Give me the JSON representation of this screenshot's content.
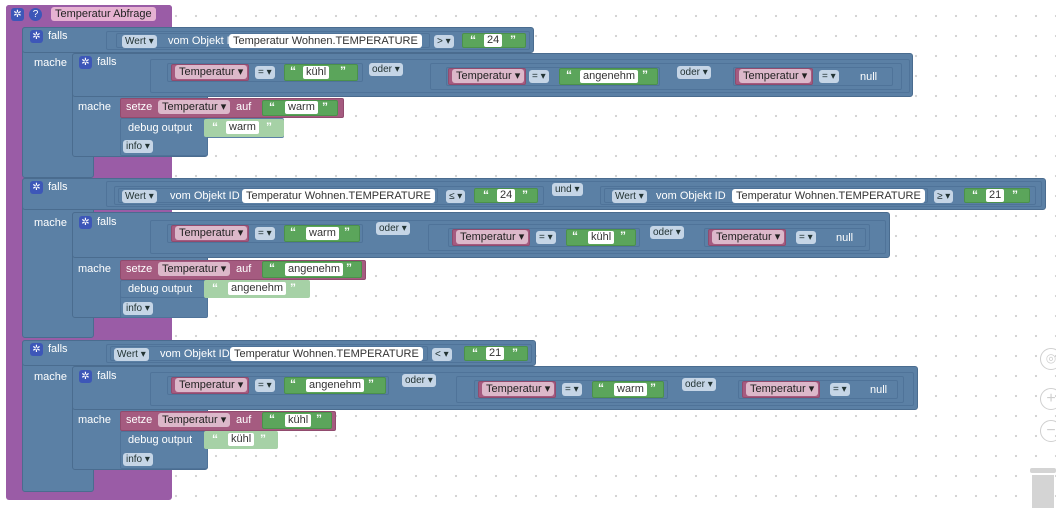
{
  "function": {
    "title": "Temperatur Abfrage"
  },
  "labels": {
    "falls": "falls",
    "mache": "mache",
    "setze": "setze",
    "auf": "auf",
    "debug": "debug output",
    "info": "info",
    "wert": "Wert",
    "vom_objekt": "vom Objekt ID",
    "oder": "oder",
    "und": "und",
    "gleich": "=",
    "null": "null",
    "variable": "Temperatur",
    "object_id": "Temperatur Wohnen.TEMPERATURE",
    "quote_open": "“",
    "quote_close": "”"
  },
  "blocks": [
    {
      "compare_op": ">",
      "compare_value": "24",
      "inner_values": [
        "kühl",
        "angenehm"
      ],
      "set_value": "warm",
      "debug_value": "warm"
    },
    {
      "compare_op": "≤",
      "compare_value": "24",
      "second_compare_op": "≥",
      "second_compare_value": "21",
      "inner_values": [
        "warm",
        "kühl"
      ],
      "set_value": "angenehm",
      "debug_value": "angenehm"
    },
    {
      "compare_op": "<",
      "compare_value": "21",
      "inner_values": [
        "angenehm",
        "warm"
      ],
      "set_value": "kühl",
      "debug_value": "kühl"
    }
  ],
  "workspace_controls": [
    "recenter-icon",
    "zoom-in-icon",
    "zoom-out-icon",
    "trash-icon"
  ]
}
